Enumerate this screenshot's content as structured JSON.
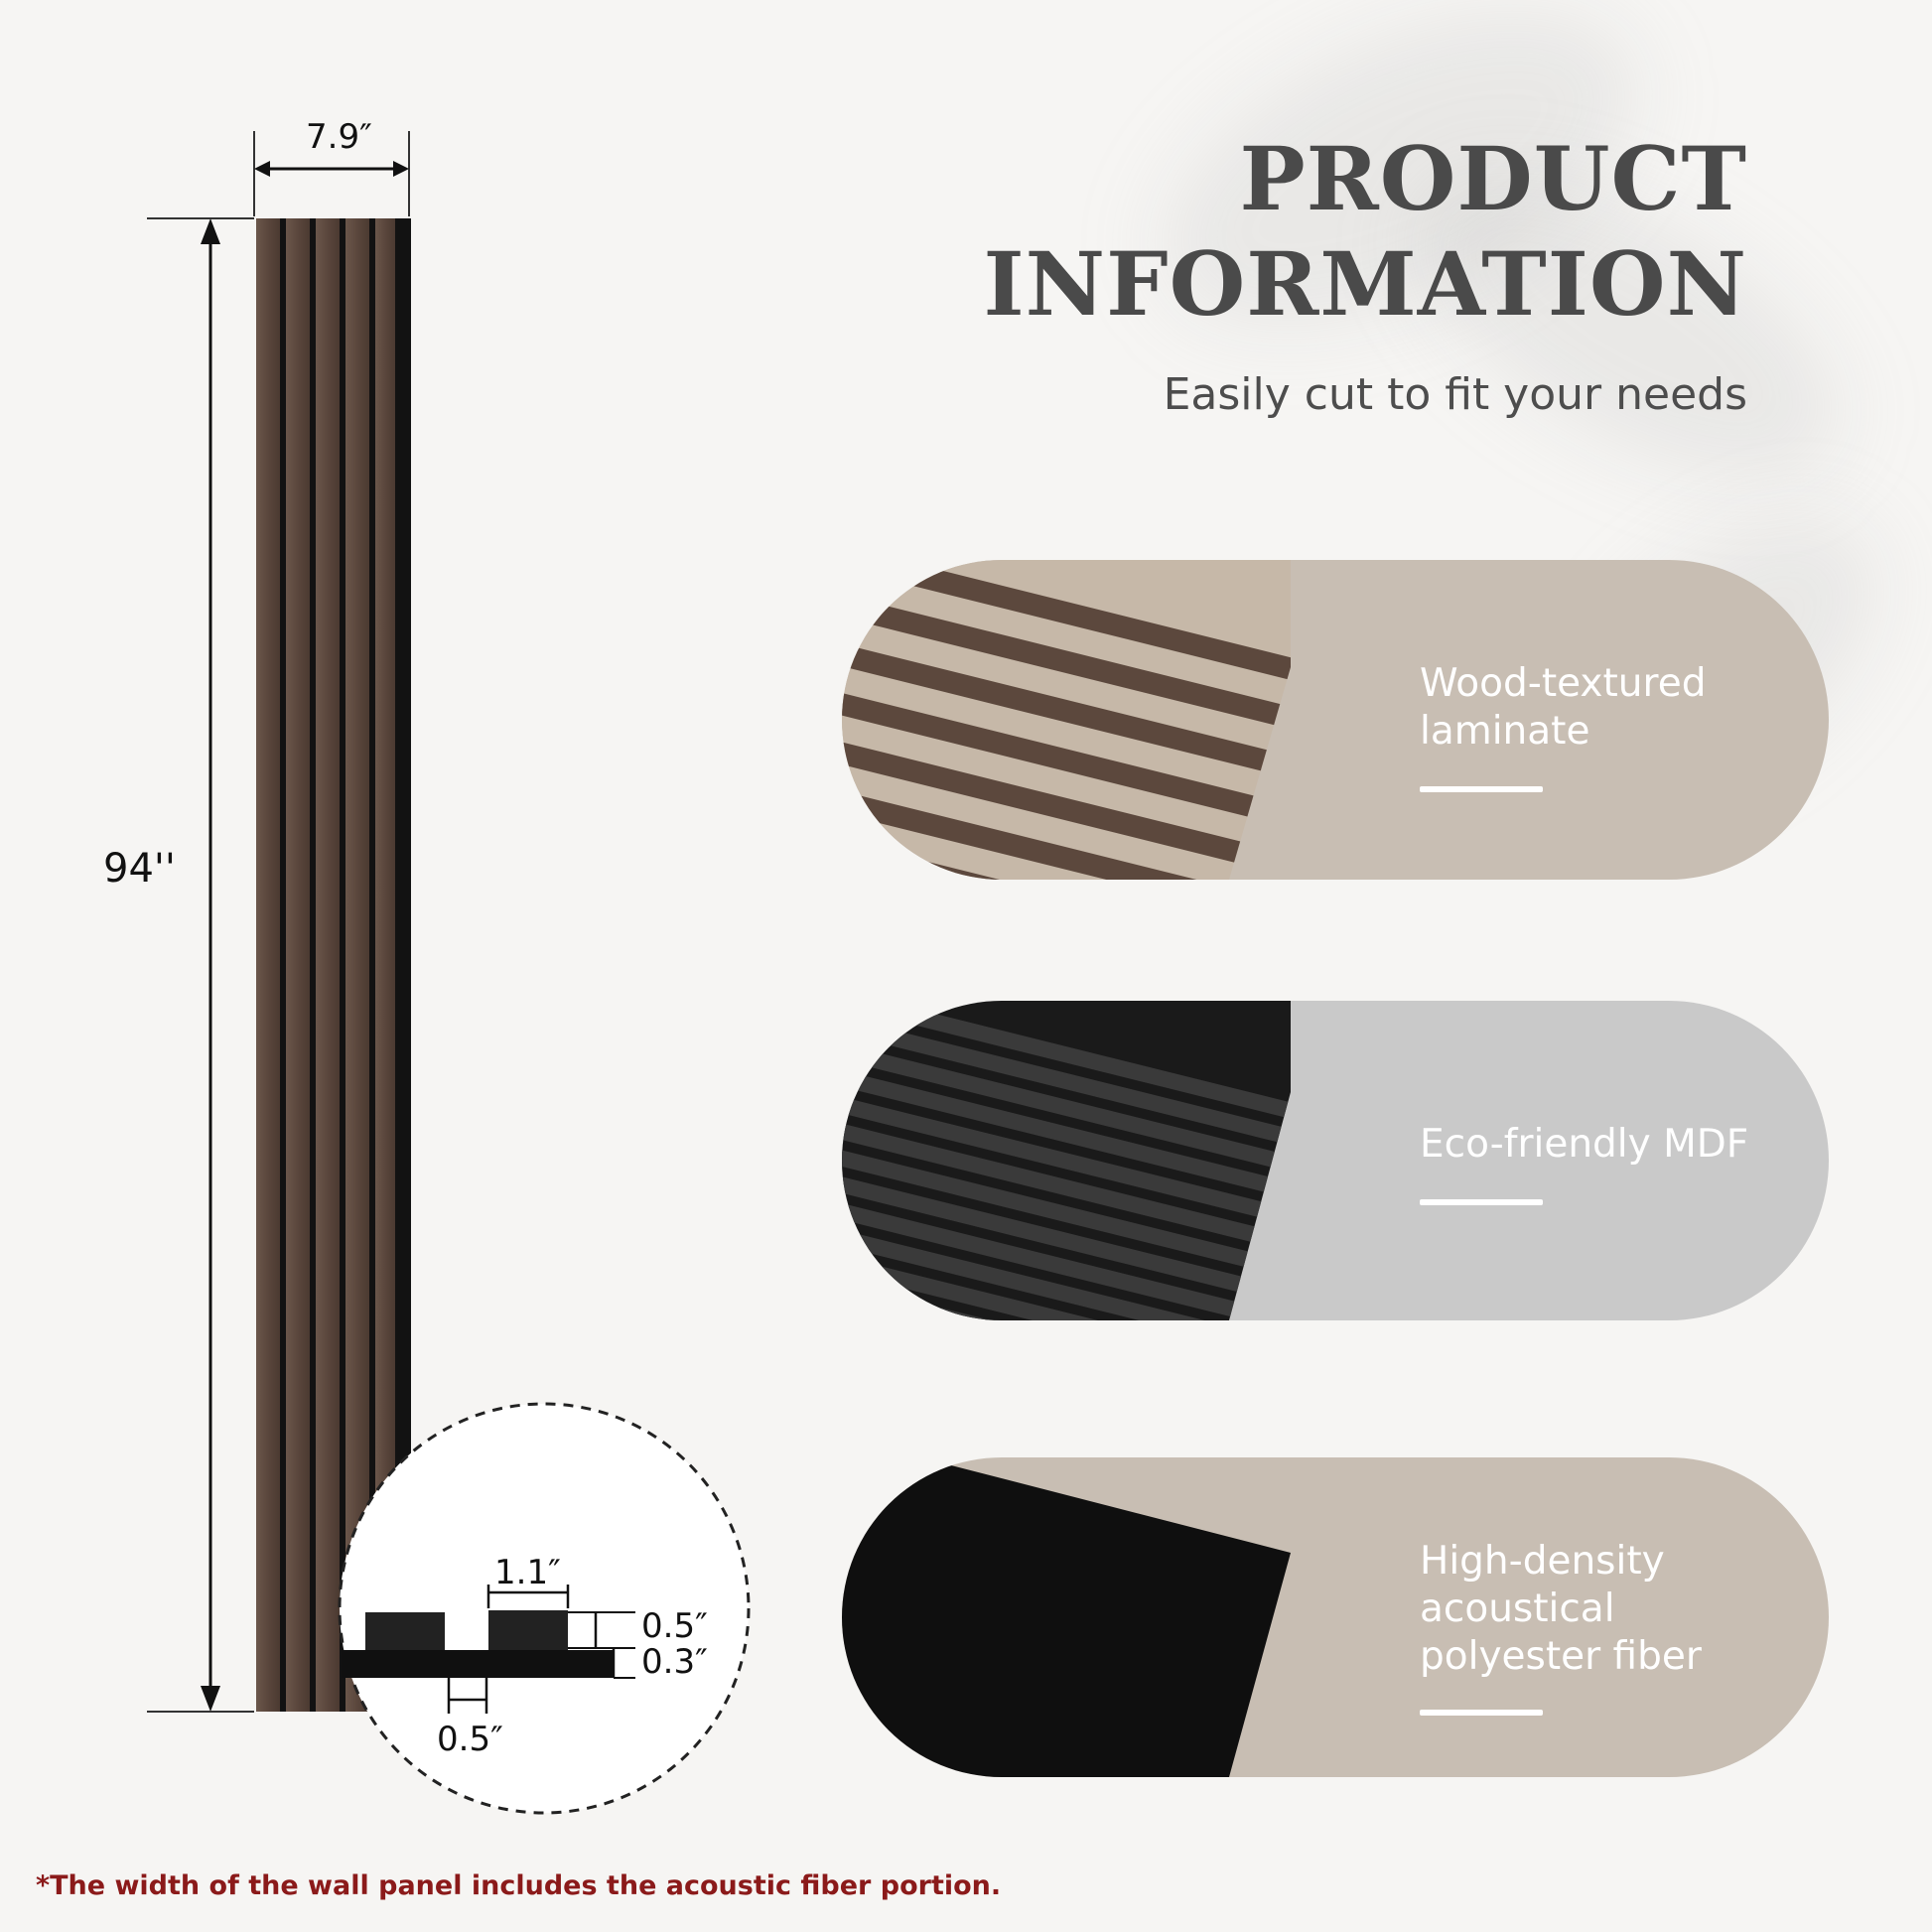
{
  "header": {
    "title_line1": "PRODUCT",
    "title_line2": "INFORMATION",
    "subtitle": "Easily cut to fit your needs"
  },
  "dimensions": {
    "width": "7.9″",
    "height": "94''",
    "slat_width": "1.1″",
    "slat_thickness": "0.5″",
    "base_thickness": "0.3″",
    "gap_width": "0.5″"
  },
  "features": [
    {
      "label_line1": "Wood-textured",
      "label_line2": "laminate",
      "color": "#c8beb3"
    },
    {
      "label_line1": "Eco-friendly MDF",
      "label_line2": "",
      "color": "#c9c9c9"
    },
    {
      "label_line1": "High-density",
      "label_line2": "acoustical",
      "label_line3": "polyester fiber",
      "color": "#c8beb3"
    }
  ],
  "footnote": "*The width of the wall panel includes the acoustic fiber portion.",
  "colors": {
    "walnut": "#5f4c42",
    "fiber": "#121212",
    "title": "#4a4a4a",
    "footnote": "#8b1a1a"
  }
}
